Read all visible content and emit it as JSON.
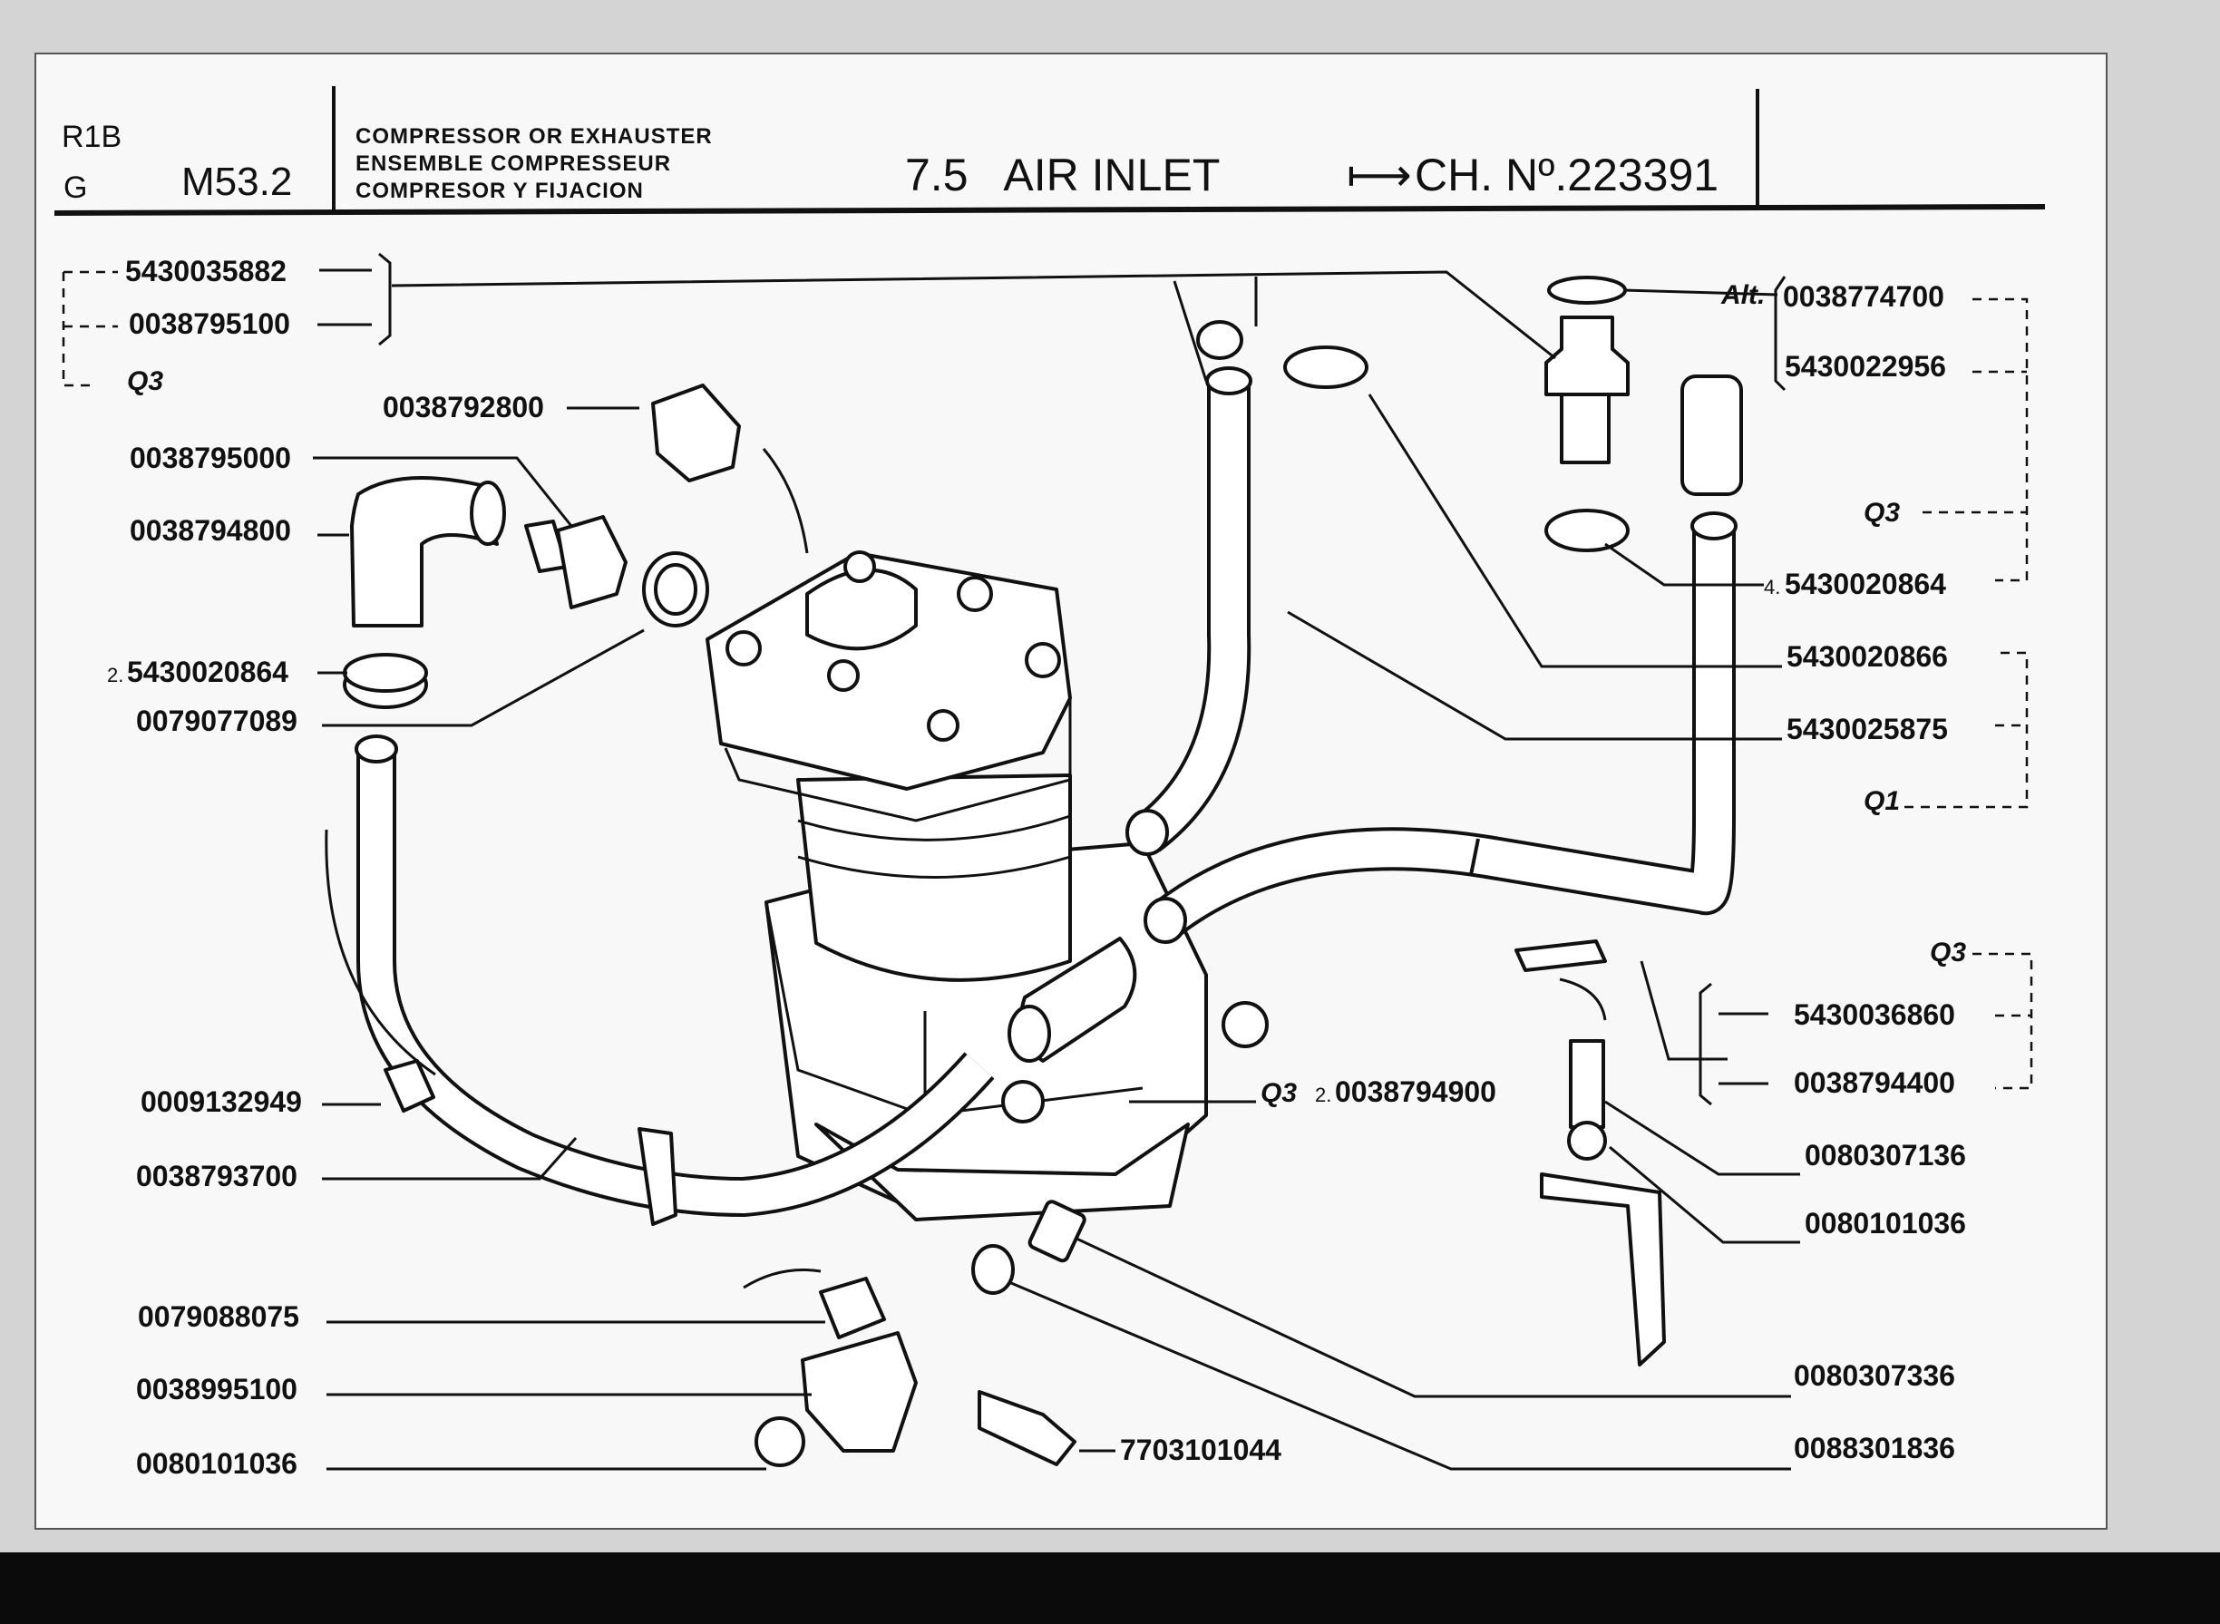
{
  "header": {
    "section": "R1B",
    "group": "G",
    "model_code": "M53.2",
    "subtitle_en": "COMPRESSOR OR EXHAUSTER",
    "subtitle_fr": "ENSEMBLE COMPRESSEUR",
    "subtitle_es": "COMPRESOR Y FIJACION",
    "title": "7.5   AIR INLET",
    "chassis_arrow": "⟼",
    "chassis_number": "CH. Nº.223391"
  },
  "parts_left": {
    "p1": "5430035882",
    "p2": "0038795100",
    "p2_q": "Q3",
    "p3": "0038792800",
    "p4": "0038795000",
    "p5": "0038794800",
    "p6_qty": "2.",
    "p6": "5430020864",
    "p7": "0079077089",
    "p8": "0009132949",
    "p9": "0038793700",
    "p10": "0079088075",
    "p11": "0038995100",
    "p12": "0080101036"
  },
  "parts_right": {
    "alt_label": "Alt.",
    "r1": "0038774700",
    "r2": "5430022956",
    "r_q3a": "Q3",
    "r3_qty": "4.",
    "r3": "5430020864",
    "r4": "5430020866",
    "r5": "5430025875",
    "r_q1": "Q1",
    "r_q3b": "Q3",
    "r6": "5430036860",
    "r7": "0038794400",
    "r8": "0080307136",
    "r9": "0080101036",
    "r10": "0080307336",
    "r11": "0088301836"
  },
  "parts_bottom": {
    "center_q": "Q3",
    "center_qty": "2.",
    "center": "0038794900",
    "bolt": "7703101044"
  }
}
